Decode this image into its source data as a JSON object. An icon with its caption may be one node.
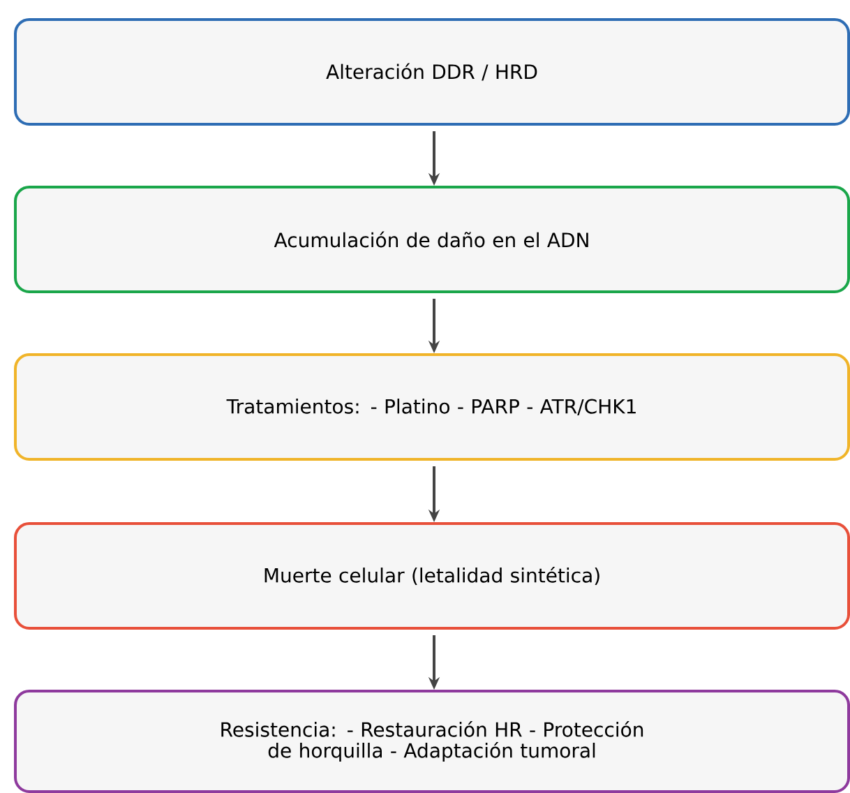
{
  "diagram": {
    "nodes": [
      {
        "text": [
          "Alteración DDR / HRD"
        ]
      },
      {
        "text": [
          "Acumulación de daño en el ADN"
        ]
      },
      {
        "text": [
          "Tratamientos: - Platino - PARP - ATR/CHK1"
        ]
      },
      {
        "text": [
          "Muerte celular (letalidad sintética)"
        ]
      },
      {
        "text": [
          "Resistencia: - Restauración HR - Protección de horquilla - Adaptación tumoral"
        ]
      }
    ],
    "edges": [
      {
        "from": 0,
        "to": 1,
        "arrow": "to"
      },
      {
        "from": 1,
        "to": 2,
        "arrow": "to"
      },
      {
        "from": 2,
        "to": 3,
        "arrow": "to"
      },
      {
        "from": 3,
        "to": 4,
        "arrow": "to"
      }
    ]
  }
}
